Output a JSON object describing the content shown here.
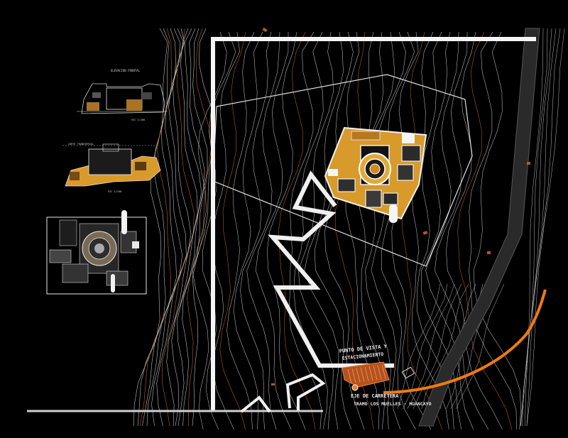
{
  "drawing": {
    "annotations": {
      "viewpoint_label_1": "PUNTO DE VISTA Y",
      "viewpoint_label_2": "ESTACIONAMIENTO",
      "road_label_1": "EJE DE CARRETERA",
      "road_label_2": "TRAMO LOS MUELLES - HUANCAYO"
    },
    "small_titles": {
      "elevation_1": "ELEVACION FRONTAL",
      "elevation_2": "CORTE TRANSVERSAL",
      "scale_1": "ESC 1/200",
      "scale_2": "ESC 1/200"
    },
    "colors": {
      "background": "#000000",
      "contour_white": "#bdbdbd",
      "contour_orange": "#c0601a",
      "building_fill": "#d89a2a",
      "road_orange": "#f07a10",
      "frame": "#f5f5f5"
    }
  }
}
